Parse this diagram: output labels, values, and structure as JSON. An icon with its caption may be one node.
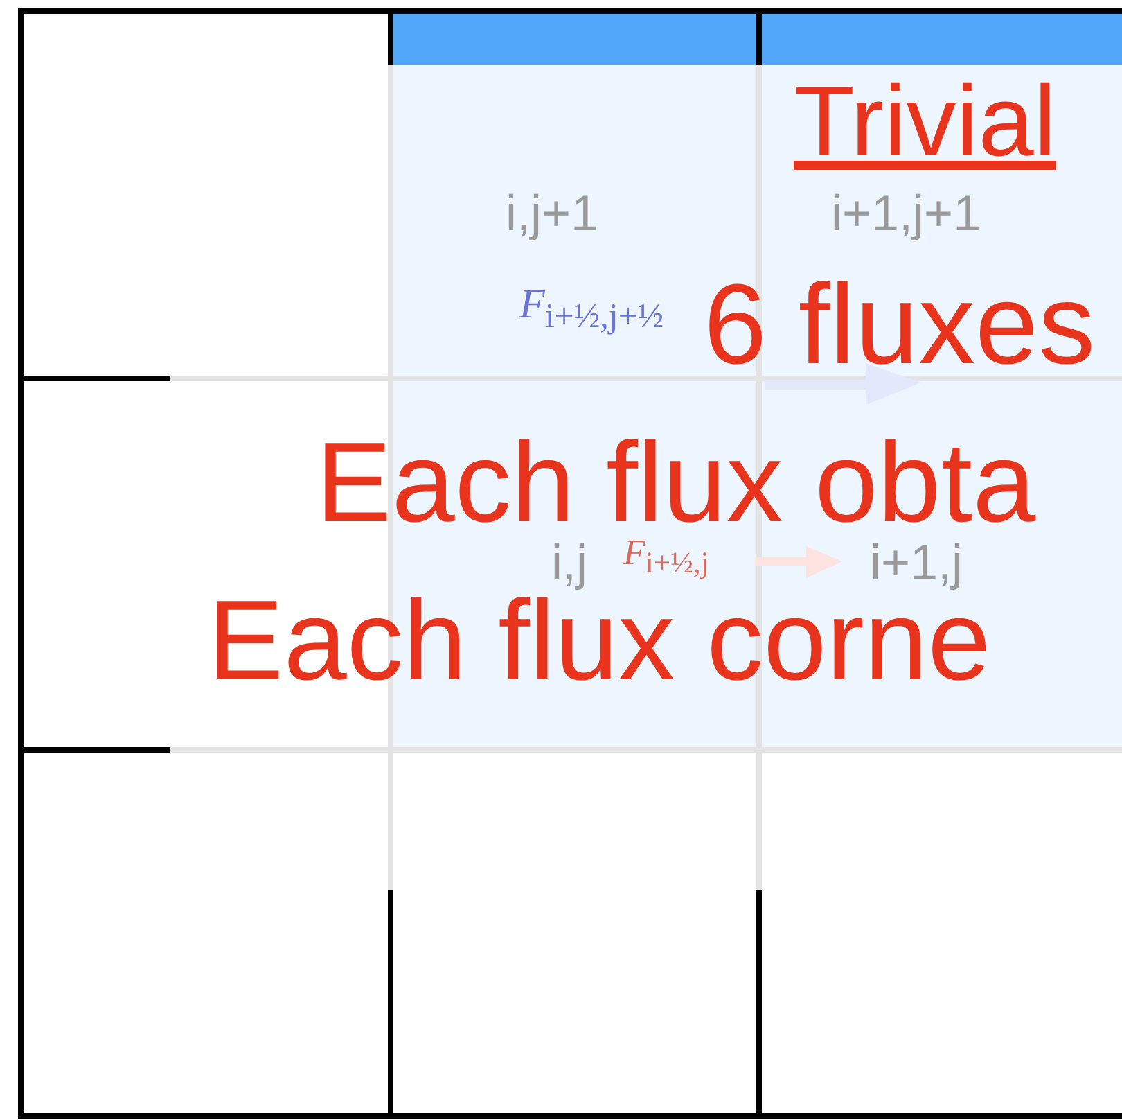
{
  "diagram": {
    "labels": [
      "i,j+1",
      "i+1,j+1",
      "*F*$_{i+½,j+½}$",
      "*F*$_{i+½,j}$",
      "i,j",
      "i+1,j",
      "Trivial",
      "6 fluxes",
      "Each flux obta",
      "Each flux corne"
    ]
  }
}
